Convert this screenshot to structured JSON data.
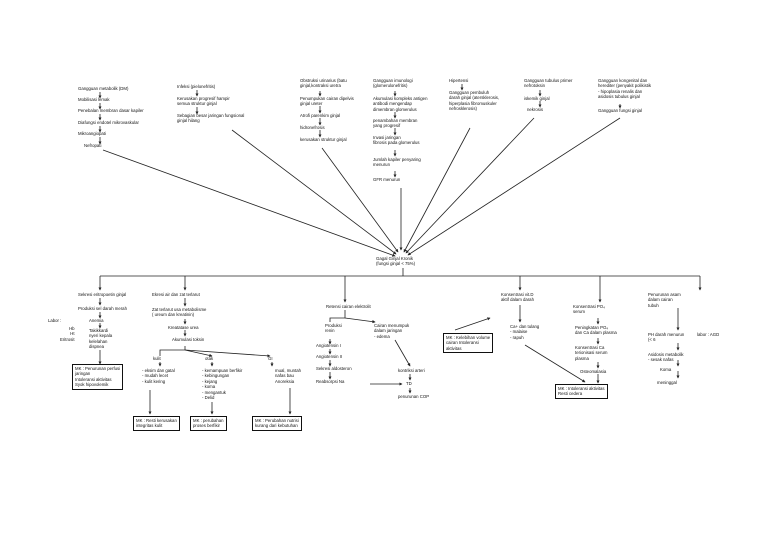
{
  "top": {
    "metabolic": [
      "Gangguan metabolik (DM)",
      "Mobilisasi lemak",
      "Penebalan membran dasar kapiler",
      "Diafungsi endotel mikrovaskular",
      "Mikroangiopati",
      "Nefropati"
    ],
    "infection": [
      "Infeksi (pielonefritis)",
      "Kerusakan progresif hampir\nsemua struktur ginjal",
      "Sebagian besar jaringan fungsional\nginjal hilang"
    ],
    "obstruction": [
      "Obstruksi urinarius (batu\nginjal,kontraksi uretra",
      "Penumpukan cairan dipelvis\nginjal ureter",
      "Atrofi parenkim ginjal",
      "hidronefrosis",
      "kerusakan struktur ginjal"
    ],
    "immune": [
      "Gangguan imunologi\n(glomerulonefritis)",
      "Akumulasi kompleks antigen\nantibodi mengendap\ndimembran glomerulus",
      "penambahan membran\nyang progresif",
      "Invasi jaringan\nfibrosis pada glomerulus",
      "Jumlah kapiler penyaring\nmenurun",
      "GFR menurun"
    ],
    "hypertension": [
      "Hipertensi",
      "Gangguan pembuluh\ndarah ginjal (atersklerosis,\nhiperplasia fibromuskuler\nnefrosklerosis)"
    ],
    "tubular": [
      "Gangguan tubulus primer\nnefrotoksin",
      "iskemik ginjal",
      "nekrosis"
    ],
    "congenital": [
      "Gangguan kongenital dan\nherediter (penyakit polikistik\n- hipoplasia renalis dan\nasidosis tubulus ginjal",
      "Gangguan fungsi ginjal"
    ]
  },
  "center": "Gagal Ginjal Kronik\n(fungsi ginjal < 75%)",
  "branches": {
    "epo": {
      "title": "Sekresi eritropoetin ginjal",
      "production": "Produksi sel darah merah",
      "lab": "Labor :",
      "hb": "Hb\nHt\nEritrosit",
      "anemia": "Anemia",
      "symptoms": "Takikkardi\nnyeri kepala\nkelelahan\ndispnea",
      "nursing": "MK : Penurunan perfusi\njaringan\nIntoleransi aktivitas\nSyok hipovolemik"
    },
    "water": {
      "title": "Ekresi air dan zat terlarut",
      "retention": "Zat terlarut usa metabolisme\n( ureum dan kreatinin)",
      "crea": "Kreatatase urea",
      "accum": "Akumulasi toksin",
      "skin": "kulit",
      "skin_list": "- eksim dan gatal\n- mudah lecet\n- kulit kering",
      "nerve": "otak",
      "nerve_list": "- kemampuan berfikir\n- kebingungan\n- kejang\n- koma\n- mengantuk\n- Delid",
      "gi": "GI",
      "gi_list": "mual, muntah\nnafas bau\nAnoreksia",
      "mk_skin": "MK : Resti kerusakan\nintegritas kulit",
      "mk_nerve": "MK : perubahan\nproses berfikir",
      "mk_gi": "MK : Perubahan nutrisi\nkurang dari kebutuhan"
    },
    "sodium": {
      "title": "Retensi cairan elektrolit",
      "renin": "Produksi\nrenin",
      "ang1": "Angiotensin I",
      "ang2": "Angiotensin II",
      "aldo": "Sekresi aldosteron",
      "reabs": "Reabsorpsi Na",
      "fluid": "Cairan menumpuk\ndalam jaringan\n- edema",
      "mk_fluid": "MK : Kelebihan volume\ncairan Intoleransi\naktivitas",
      "vaso": "kontriksi arteri",
      "td": "TD",
      "cop": "penurunan COP"
    },
    "vitd": {
      "title": "Konsentrasi vit.D\naktif dalam darah",
      "ca": "Ca+ dan tulang\n- malaise\n- rapuh"
    },
    "phos": {
      "title": "Konsentrasi PO₄\nserum",
      "ca_serum": "Peningkatan PO₄\ndan Ca dalam plasma",
      "ca_conc": "Konsentrasi Ca\nterionisasi serum\nplasma",
      "osteo": "Osteomalasia",
      "mk_bone": "MK : Intoleransi aktivitas\nResti cedera"
    },
    "acid": {
      "title": "Penurunan asam\ndalam cairan\ntubuh",
      "ph": "PH darah menurun\n(< 6",
      "lab": "labor : AGD",
      "acidosis": "Asidosis metabolik\n- sesak nafas",
      "coma": "Koma",
      "death": "meninggal"
    }
  }
}
